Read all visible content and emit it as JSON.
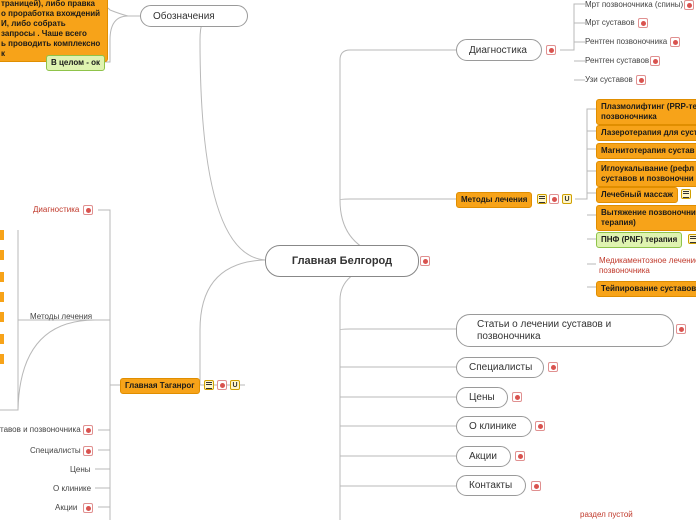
{
  "root": {
    "label": "Главная Белгород"
  },
  "legend": {
    "label": "Обозначения",
    "note_lines": [
      "траницей), либо правка",
      "о проработка вхождений",
      "И, либо собрать",
      "запросы . Чаше всего",
      "ь проводить комплексно",
      "к"
    ],
    "ok_label": "В целом - ок"
  },
  "diagnostics": {
    "label": "Диагностика",
    "children": [
      "Мрт позвоночника (спины)",
      "Мрт суставов",
      "Рентген позвоночника",
      "Рентген суставов",
      "Узи суставов"
    ]
  },
  "methods": {
    "label": "Методы лечения",
    "children": [
      "Плазмолифтинг (PRP-те позвоночника",
      "Лазеротерапия для суст",
      "Магнитотерапия сустав",
      "Иглоукалывание (рефл суставов и позвоночни",
      "Лечебный массаж",
      "Вытяжение позвоночни терапия)",
      "ПНФ (PNF) терапия",
      "Медикаментозное лечение позвоночника",
      "Тейпирование суставов"
    ]
  },
  "right_pages": {
    "articles": "Статьи о лечении суставов и позвоночника",
    "specialists": "Специалисты",
    "prices": "Цены",
    "about": "О клинике",
    "promos": "Акции",
    "contacts": "Контакты",
    "empty_note": "раздел пустой"
  },
  "taganrog": {
    "label": "Главная Таганрог",
    "diagnostics": "Диагностика",
    "methods": "Методы лечения",
    "articles": "тавов и позвоночника",
    "specialists": "Специалисты",
    "prices": "Цены",
    "about": "О клинике",
    "promos": "Акции"
  },
  "colors": {
    "accent_orange": "#f7a319",
    "accent_green": "#dff3b0",
    "alert_red": "#c0392b",
    "line": "#b0b0b0"
  },
  "icons": [
    "note-icon",
    "menu-icon",
    "link-icon"
  ]
}
